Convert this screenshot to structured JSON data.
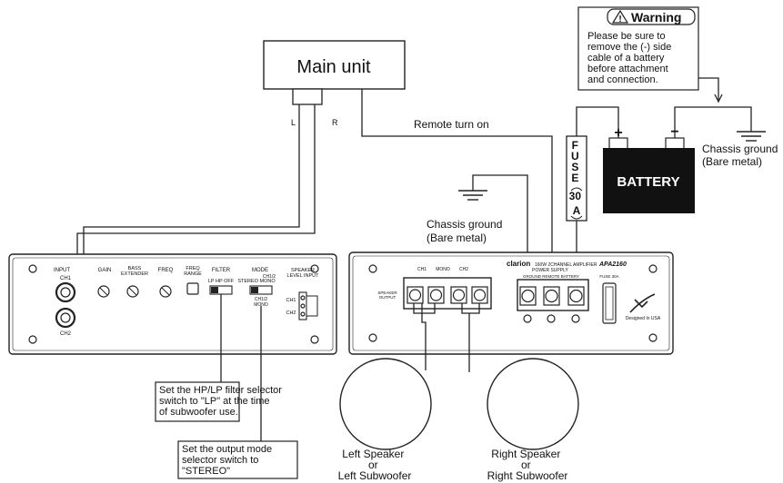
{
  "main_unit": {
    "label": "Main unit",
    "left_channel": "L",
    "right_channel": "R"
  },
  "remote_turn_on": "Remote turn on",
  "warning": {
    "title": "Warning",
    "lines": [
      "Please be sure to",
      "remove the (-) side",
      "cable of a battery",
      "before attachment",
      "and connection."
    ]
  },
  "fuse": {
    "letters": [
      "F",
      "U",
      "S",
      "E"
    ],
    "rating": [
      "30",
      "A"
    ]
  },
  "battery": {
    "label": "BATTERY",
    "plus": "+",
    "minus": "−"
  },
  "chassis_ground_right": [
    "Chassis ground",
    "(Bare metal)"
  ],
  "chassis_ground_center": [
    "Chassis ground",
    "(Bare metal)"
  ],
  "left_panel": {
    "input": "INPUT",
    "ch1": "CH1",
    "ch2": "CH2",
    "gain": "GAIN",
    "bass_extender": [
      "BASS",
      "EXTENDER"
    ],
    "freq": "FREQ",
    "freq_range": [
      "FREQ",
      "RANGE"
    ],
    "filter": "FILTER",
    "filter_options": "LP HP OFF",
    "mode": "MODE",
    "mode_top": "STEREO MONO",
    "mode_right": "CH1/2",
    "mode_bottom": [
      "CH1/2",
      "MONO"
    ],
    "speaker_level_input": [
      "SPEAKER",
      "LEVEL INPUT"
    ],
    "sl_ch1": "CH1",
    "sl_ch2": "CH2"
  },
  "right_panel": {
    "brand": "clarion",
    "model_text": "160W 2CHANNEL AMPLIFIER",
    "model": "APA2160",
    "speaker_output": [
      "SPEAKER",
      "OUTPUT"
    ],
    "out_ch1": "CH1",
    "out_mono": "MONO",
    "out_ch2": "CH2",
    "power_supply": "POWER SUPPLY",
    "ps_labels": "GROUND  REMOTE  BATTERY",
    "fuse_label": "FUSE 30A",
    "designed": "Designed In USA"
  },
  "note_filter": [
    "Set the HP/LP filter selector",
    "switch to \"LP\" at the time",
    "of subwoofer use."
  ],
  "note_mode": [
    "Set the output mode",
    "selector switch to",
    "\"STEREO\""
  ],
  "left_speaker": [
    "Left Speaker",
    "or",
    "Left Subwoofer"
  ],
  "right_speaker": [
    "Right Speaker",
    "or",
    "Right Subwoofer"
  ]
}
